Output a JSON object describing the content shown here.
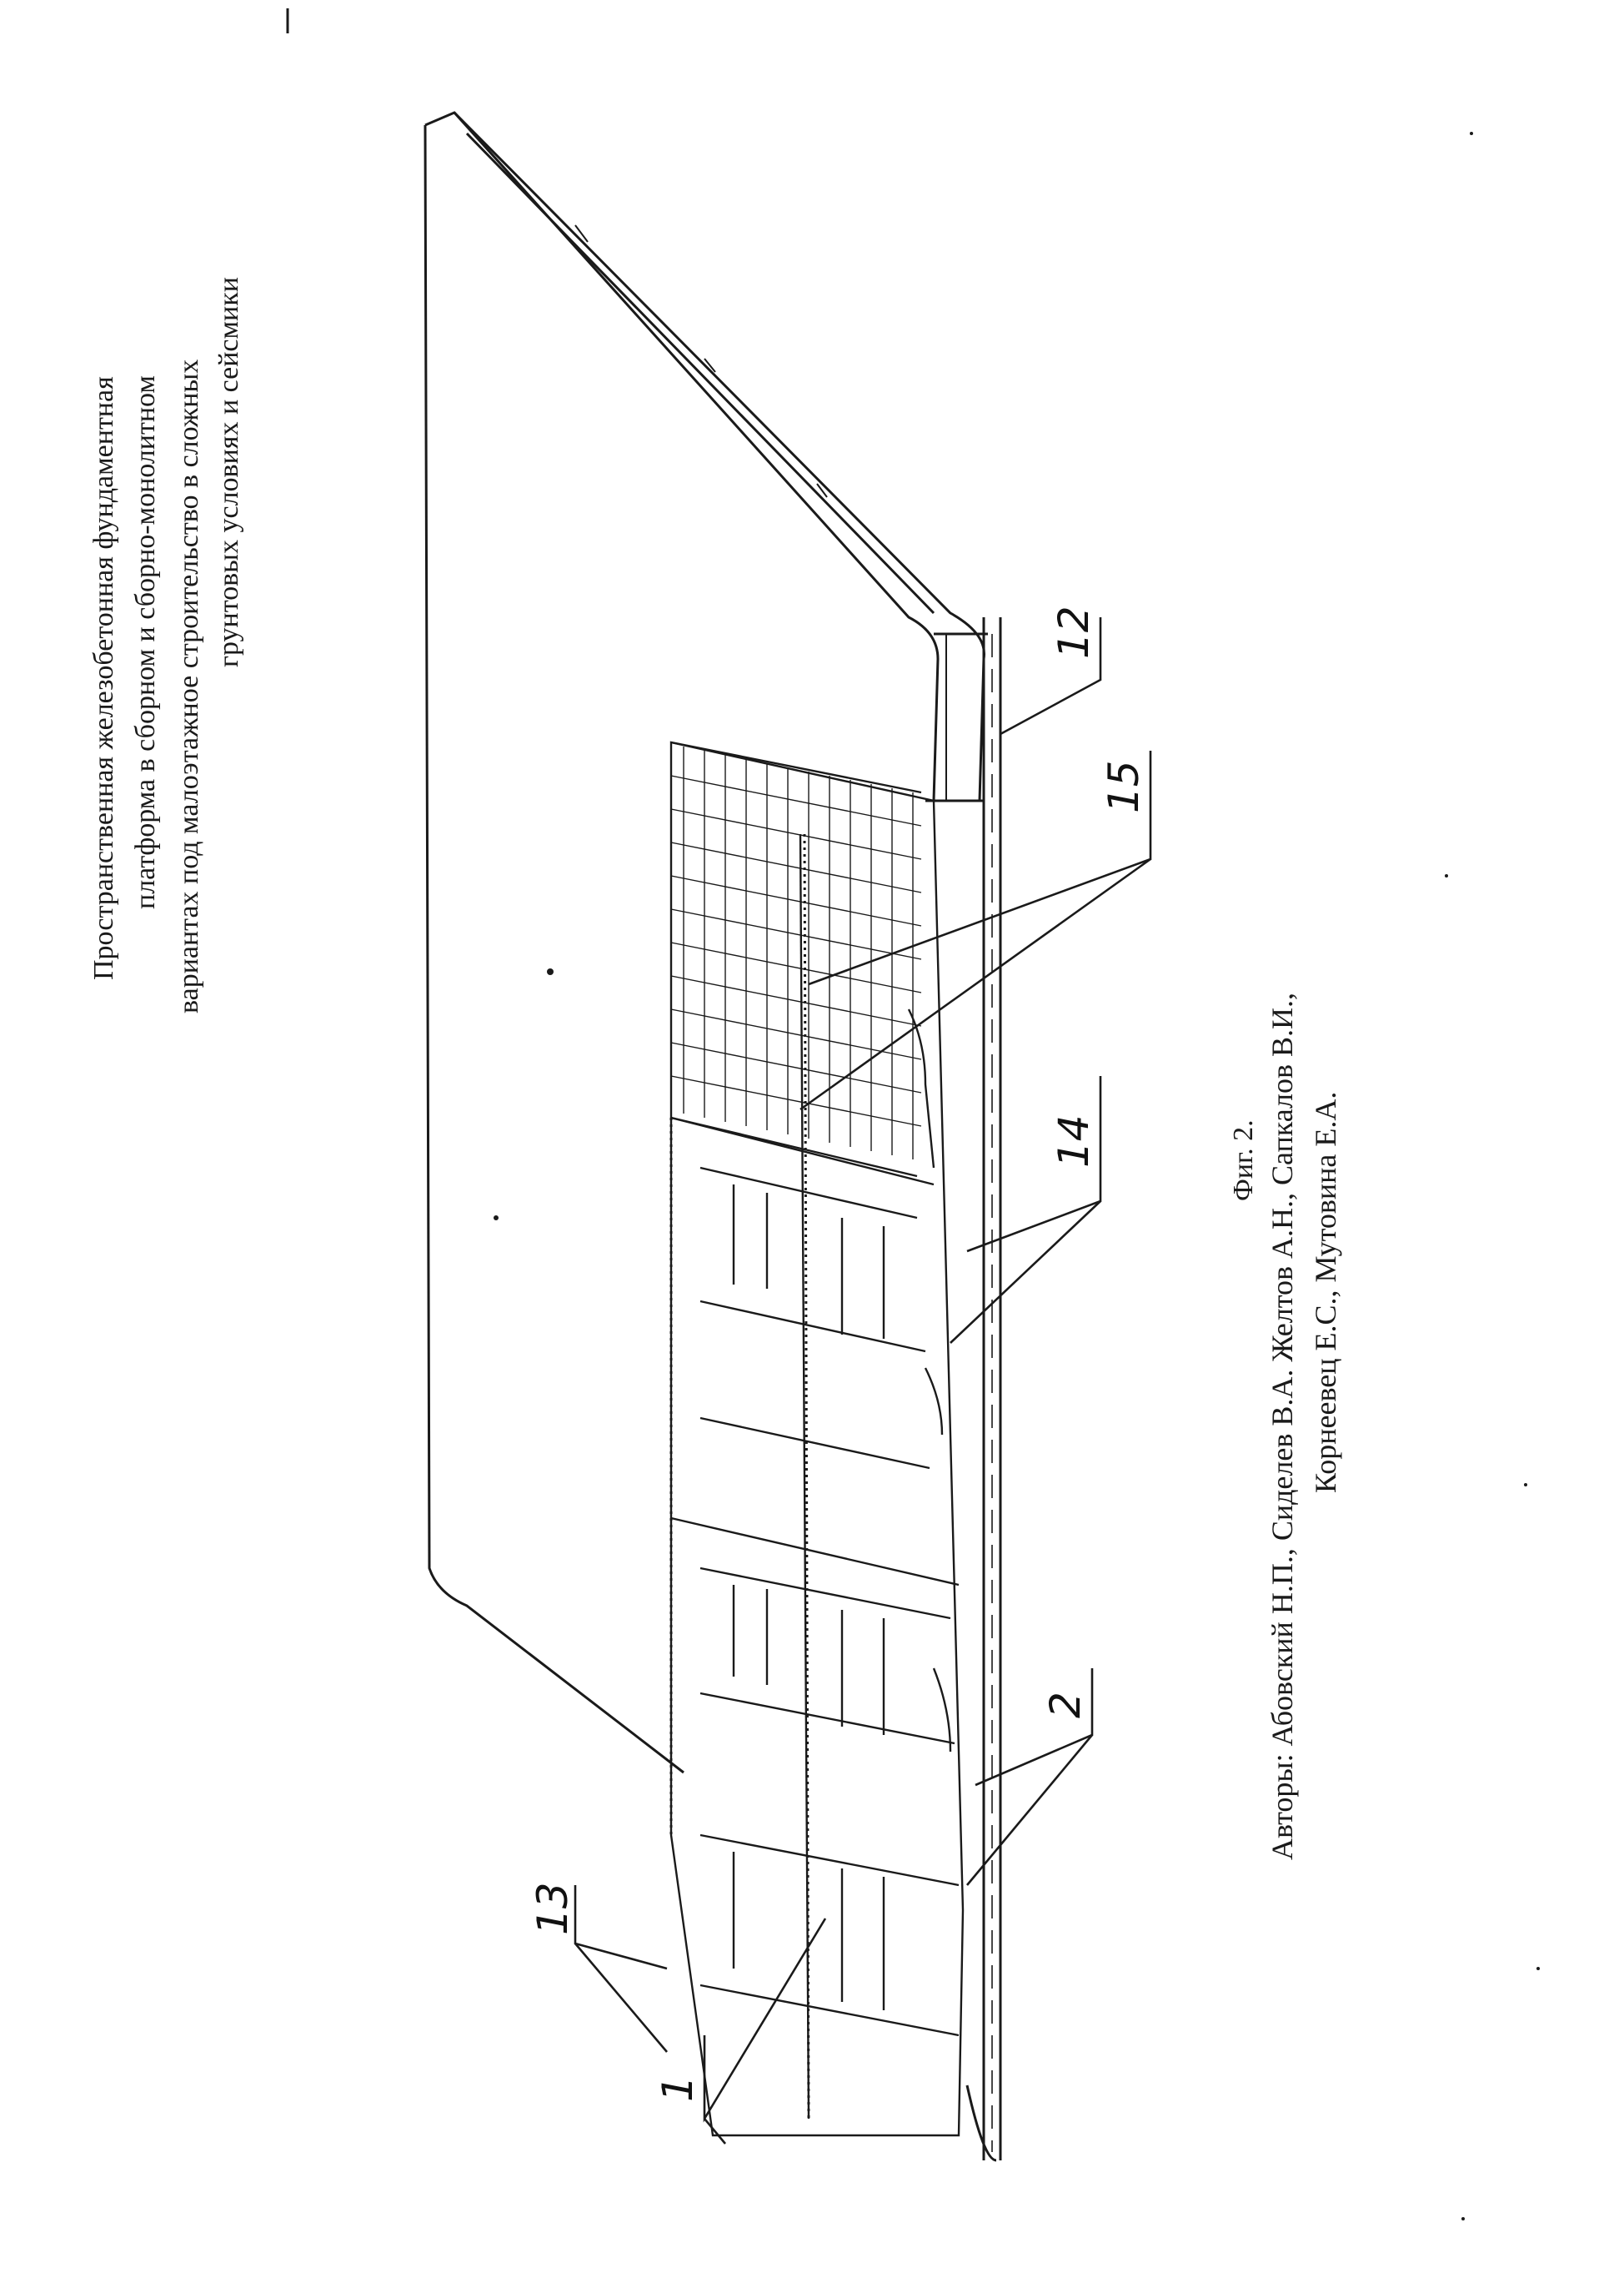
{
  "title": {
    "lines": [
      "Пространственная железобетонная  фундаментная",
      "платформа в сборном и сборно-монолитном",
      "вариантах под малоэтажное строительство в сложных",
      "грунтовых условиях и сейсмики"
    ]
  },
  "figure": {
    "caption": "Фиг. 2.",
    "authors_line1": "Авторы: Абовский Н.П., Сиделев В.А. Желтов  А.Н., Сапкалов В.И.,",
    "authors_line2": "Корнеевец Е.С., Мутовина Е.А."
  },
  "callouts": {
    "c1": "1",
    "c2": "2",
    "c12": "12",
    "c13": "13",
    "c14": "14",
    "c15": "15"
  },
  "colors": {
    "ink": "#1a1a1a",
    "paper": "#ffffff"
  }
}
